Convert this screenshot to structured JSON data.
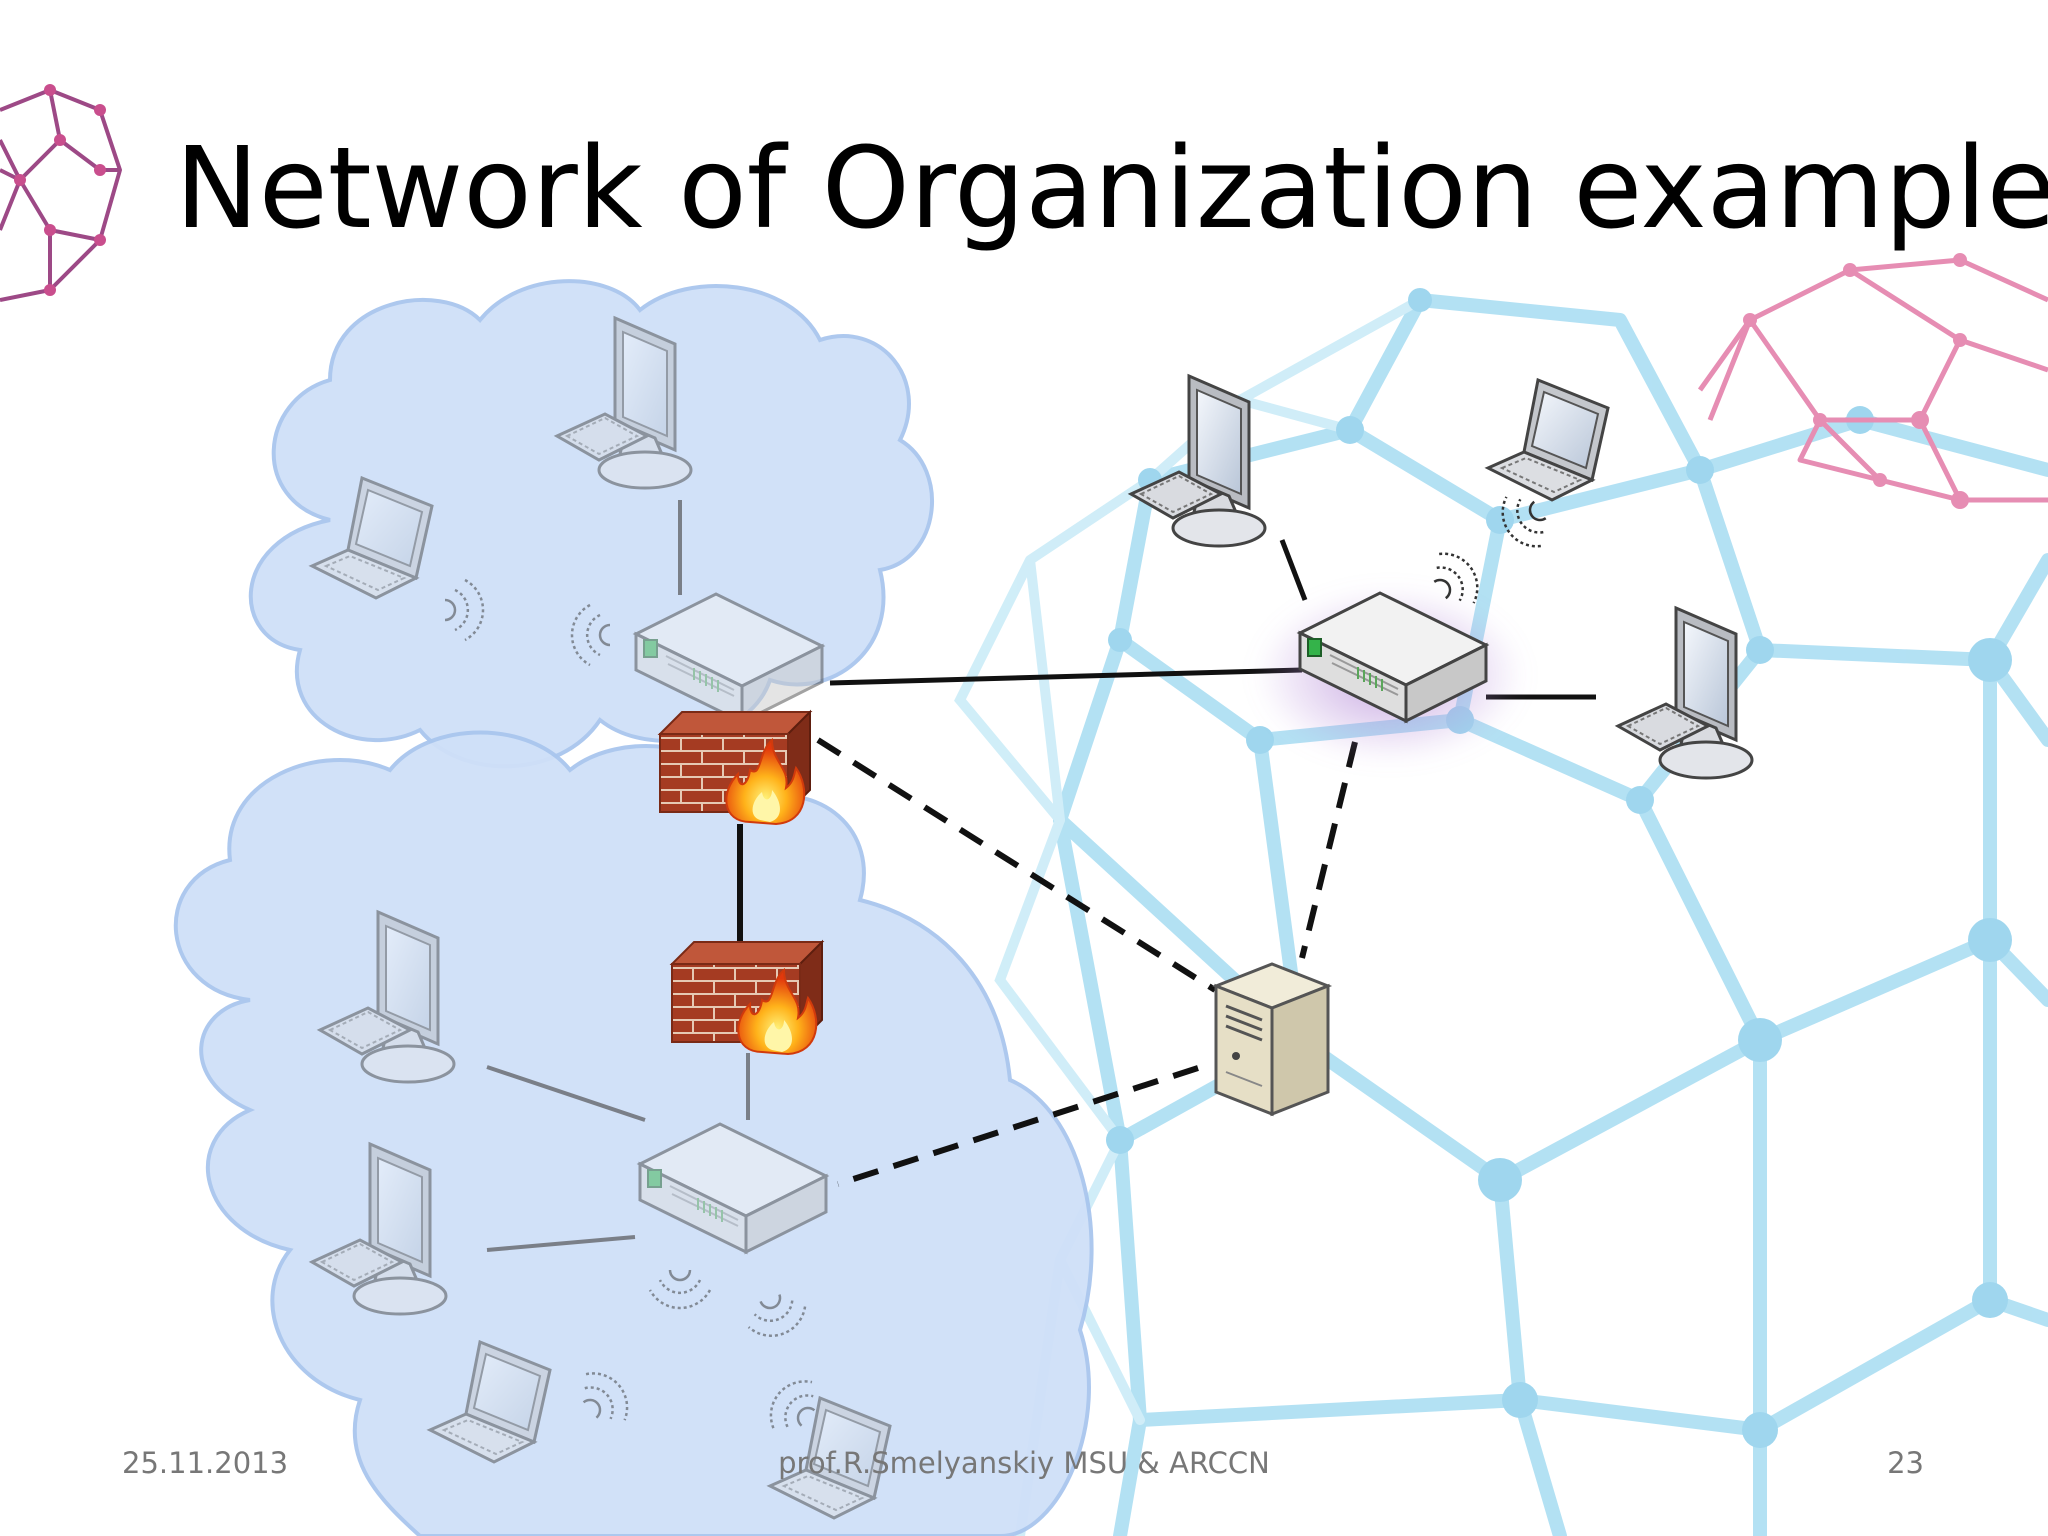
{
  "slide": {
    "title": "Network of Organization example",
    "footer": {
      "date": "25.11.2013",
      "author": "prof.R.Smelyanskiy MSU & ARCCN",
      "page_number": "23"
    }
  },
  "colors": {
    "cloud_fill": "#cfe0f8",
    "cloud_stroke": "#a9c6ee",
    "network_decor_blue": "#9fd6ef",
    "network_decor_pink": "#d4317a",
    "network_decor_purple": "#7a2a6e",
    "firewall_brick": "#a23a22",
    "router_glow": "#b48ad8",
    "server_body": "#e6dfc6"
  },
  "icons": [
    "desktop-icon",
    "laptop-icon",
    "router-icon",
    "firewall-icon",
    "server-icon",
    "cloud-icon",
    "wireless-signal-icon",
    "polyhedron-network-decoration"
  ]
}
